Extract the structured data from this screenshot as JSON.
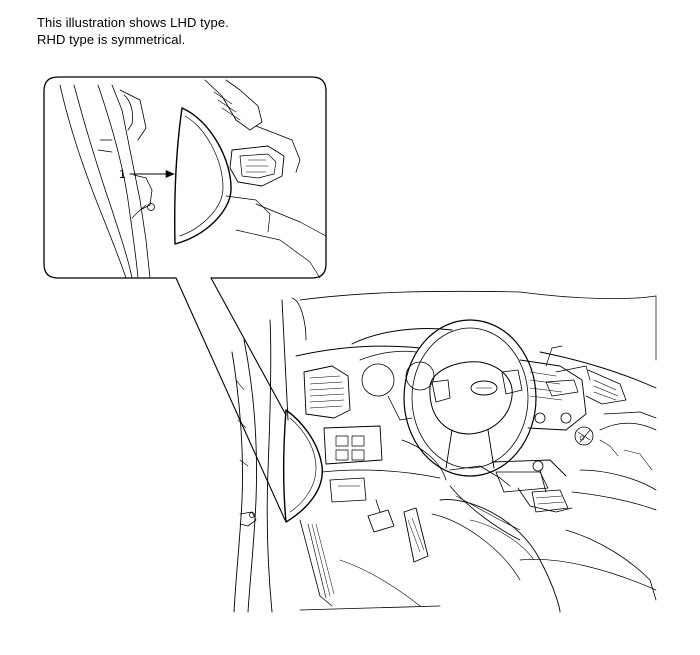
{
  "header": {
    "note_line1": "This illustration shows LHD type.",
    "note_line2": "RHD type is symmetrical."
  },
  "figure": {
    "callout_label": "1"
  },
  "colors": {
    "line": "#000000",
    "background": "#ffffff"
  }
}
